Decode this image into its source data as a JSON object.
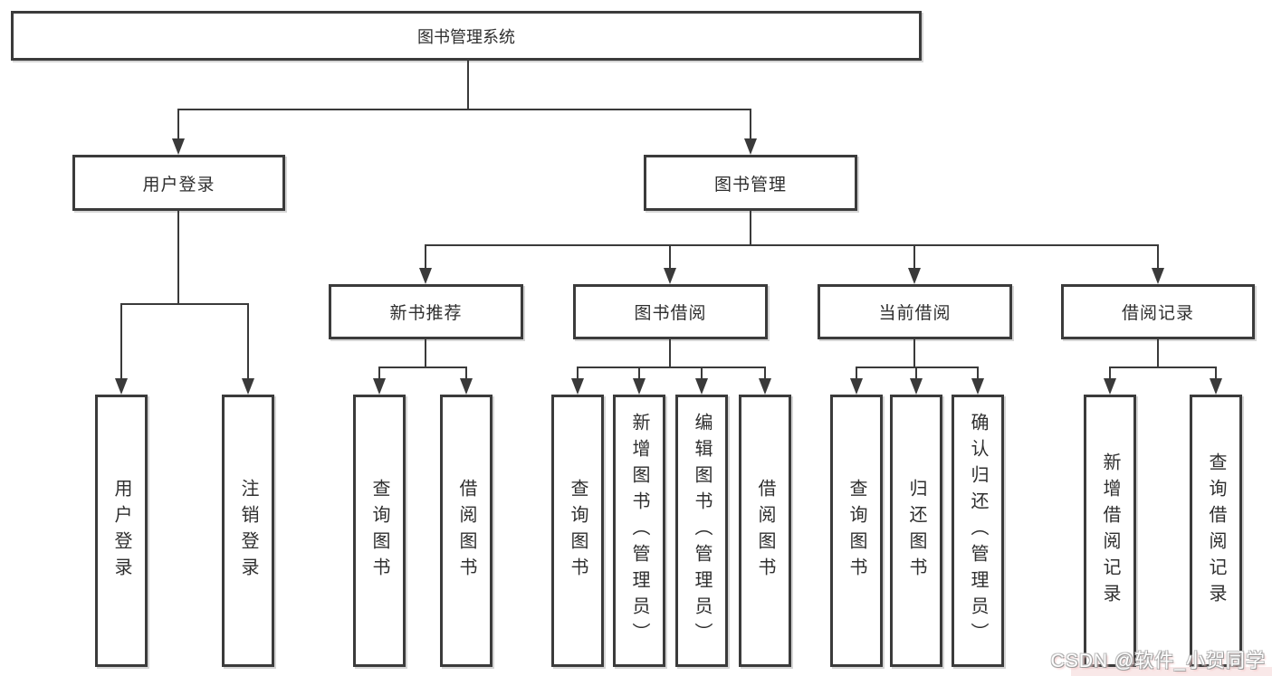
{
  "diagram": {
    "root": {
      "label": "图书管理系统"
    },
    "level2": [
      {
        "id": "user-login",
        "label": "用户登录"
      },
      {
        "id": "book-management",
        "label": "图书管理"
      }
    ],
    "level3": [
      {
        "id": "new-book-recommend",
        "label": "新书推荐",
        "parent": "图书管理"
      },
      {
        "id": "book-borrow",
        "label": "图书借阅",
        "parent": "图书管理"
      },
      {
        "id": "current-borrow",
        "label": "当前借阅",
        "parent": "图书管理"
      },
      {
        "id": "borrow-records",
        "label": "借阅记录",
        "parent": "图书管理"
      }
    ],
    "leaves": [
      {
        "label": "用户登录",
        "parent": "用户登录"
      },
      {
        "label": "注销登录",
        "parent": "用户登录"
      },
      {
        "label": "查询图书",
        "parent": "新书推荐"
      },
      {
        "label": "借阅图书",
        "parent": "新书推荐"
      },
      {
        "label": "查询图书",
        "parent": "图书借阅"
      },
      {
        "label": "新增图书（管理员）",
        "parent": "图书借阅"
      },
      {
        "label": "编辑图书（管理员）",
        "parent": "图书借阅"
      },
      {
        "label": "借阅图书",
        "parent": "图书借阅"
      },
      {
        "label": "查询图书",
        "parent": "当前借阅"
      },
      {
        "label": "归还图书",
        "parent": "当前借阅"
      },
      {
        "label": "确认归还（管理员）",
        "parent": "当前借阅"
      },
      {
        "label": "新增借阅记录",
        "parent": "借阅记录"
      },
      {
        "label": "查询借阅记录",
        "parent": "借阅记录"
      }
    ]
  },
  "watermark": {
    "text": "CSDN @软件_小贺同学"
  },
  "colors": {
    "line": "#3a3a3a",
    "box_border": "#3b3b3b",
    "box_fill": "#ffffff",
    "background": "#ffffff",
    "watermark_text": "#ffffff"
  }
}
